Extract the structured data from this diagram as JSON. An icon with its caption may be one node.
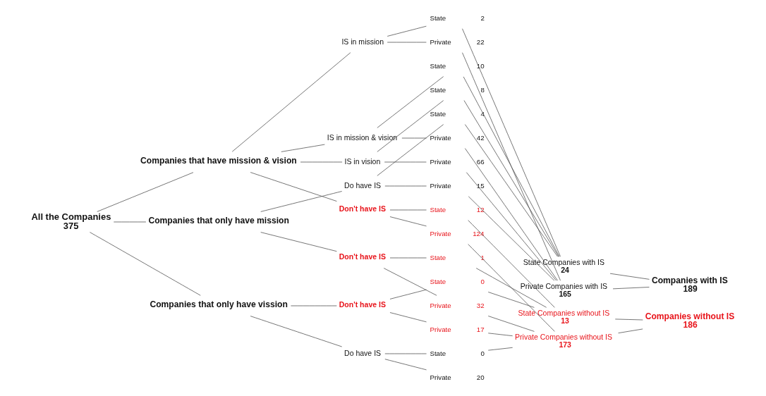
{
  "diagram": {
    "nodes": [
      {
        "text": [
          "All the Companies",
          "375"
        ]
      },
      {
        "text": [
          "Companies that have mission & vision"
        ]
      },
      {
        "text": [
          "Companies that only have mission"
        ]
      },
      {
        "text": [
          "Companies that only have vission"
        ]
      },
      {
        "text": [
          "Don't have IS"
        ]
      },
      {
        "text": [
          "IS in mission"
        ]
      },
      {
        "text": [
          "IS in vision"
        ]
      },
      {
        "text": [
          "IS in mission & vision"
        ]
      },
      {
        "text": [
          "Don't have IS"
        ]
      },
      {
        "text": [
          "Do have IS"
        ]
      },
      {
        "text": [
          "Don't have IS"
        ]
      },
      {
        "text": [
          "Do have IS"
        ]
      },
      {
        "text": [
          "State"
        ],
        "beside": [
          "12"
        ]
      },
      {
        "text": [
          "Private"
        ],
        "beside": [
          "124"
        ]
      },
      {
        "text": [
          "State"
        ],
        "beside": [
          "2"
        ]
      },
      {
        "text": [
          "Private"
        ],
        "beside": [
          "22"
        ]
      },
      {
        "text": [
          "State"
        ],
        "beside": [
          "8"
        ]
      },
      {
        "text": [
          "Private"
        ],
        "beside": [
          "66"
        ]
      },
      {
        "text": [
          "State"
        ],
        "beside": [
          "10"
        ]
      },
      {
        "text": [
          "Private"
        ],
        "beside": [
          "42"
        ]
      },
      {
        "text": [
          "State"
        ],
        "beside": [
          "1"
        ]
      },
      {
        "text": [
          "Private"
        ],
        "beside": [
          "32"
        ]
      },
      {
        "text": [
          "State"
        ],
        "beside": [
          "4"
        ]
      },
      {
        "text": [
          "Private"
        ],
        "beside": [
          "15"
        ]
      },
      {
        "text": [
          "State"
        ],
        "beside": [
          "0"
        ]
      },
      {
        "text": [
          "Private"
        ],
        "beside": [
          "17"
        ]
      },
      {
        "text": [
          "State"
        ],
        "beside": [
          "0"
        ]
      },
      {
        "text": [
          "Private"
        ],
        "beside": [
          "20"
        ]
      },
      {
        "text": [
          "State Companies with IS",
          "24"
        ]
      },
      {
        "text": [
          "State Companies without IS",
          "13"
        ]
      },
      {
        "text": [
          "Private Companies with IS",
          "165"
        ]
      },
      {
        "text": [
          "Private Companies without IS",
          "173"
        ]
      },
      {
        "text": [
          "Companies with IS",
          "189"
        ]
      },
      {
        "text": [
          "Companies without IS",
          "186"
        ]
      }
    ],
    "edges": [
      {
        "from": 0,
        "to": 1,
        "arrow": "none"
      },
      {
        "from": 0,
        "to": 2,
        "arrow": "none"
      },
      {
        "from": 0,
        "to": 3,
        "arrow": "none"
      },
      {
        "from": 1,
        "to": 4,
        "arrow": "none"
      },
      {
        "from": 1,
        "to": 5,
        "arrow": "none"
      },
      {
        "from": 1,
        "to": 6,
        "arrow": "none"
      },
      {
        "from": 1,
        "to": 7,
        "arrow": "none"
      },
      {
        "from": 2,
        "to": 8,
        "arrow": "none"
      },
      {
        "from": 2,
        "to": 9,
        "arrow": "none"
      },
      {
        "from": 3,
        "to": 10,
        "arrow": "none"
      },
      {
        "from": 3,
        "to": 11,
        "arrow": "none"
      },
      {
        "from": 4,
        "to": 12,
        "arrow": "none"
      },
      {
        "from": 4,
        "to": 13,
        "arrow": "none"
      },
      {
        "from": 5,
        "to": 14,
        "arrow": "none"
      },
      {
        "from": 5,
        "to": 15,
        "arrow": "none"
      },
      {
        "from": 6,
        "to": 16,
        "arrow": "none"
      },
      {
        "from": 6,
        "to": 17,
        "arrow": "none"
      },
      {
        "from": 7,
        "to": 18,
        "arrow": "none"
      },
      {
        "from": 7,
        "to": 19,
        "arrow": "none"
      },
      {
        "from": 8,
        "to": 20,
        "arrow": "none"
      },
      {
        "from": 8,
        "to": 21,
        "arrow": "none"
      },
      {
        "from": 9,
        "to": 22,
        "arrow": "none"
      },
      {
        "from": 9,
        "to": 23,
        "arrow": "none"
      },
      {
        "from": 10,
        "to": 24,
        "arrow": "none"
      },
      {
        "from": 10,
        "to": 25,
        "arrow": "none"
      },
      {
        "from": 11,
        "to": 26,
        "arrow": "none"
      },
      {
        "from": 11,
        "to": 27,
        "arrow": "none"
      },
      {
        "from": 12,
        "to": 29,
        "arrow": "none"
      },
      {
        "from": 13,
        "to": 31,
        "arrow": "none"
      },
      {
        "from": 14,
        "to": 28,
        "arrow": "none"
      },
      {
        "from": 15,
        "to": 30,
        "arrow": "none"
      },
      {
        "from": 16,
        "to": 28,
        "arrow": "none"
      },
      {
        "from": 17,
        "to": 30,
        "arrow": "none"
      },
      {
        "from": 18,
        "to": 28,
        "arrow": "none"
      },
      {
        "from": 19,
        "to": 30,
        "arrow": "none"
      },
      {
        "from": 20,
        "to": 29,
        "arrow": "none"
      },
      {
        "from": 21,
        "to": 31,
        "arrow": "none"
      },
      {
        "from": 22,
        "to": 28,
        "arrow": "none"
      },
      {
        "from": 23,
        "to": 30,
        "arrow": "none"
      },
      {
        "from": 24,
        "to": 29,
        "arrow": "none"
      },
      {
        "from": 25,
        "to": 31,
        "arrow": "none"
      },
      {
        "from": 26,
        "to": 31,
        "arrow": "none"
      },
      {
        "from": 28,
        "to": 32,
        "arrow": "none"
      },
      {
        "from": 29,
        "to": 33,
        "arrow": "none"
      },
      {
        "from": 30,
        "to": 32,
        "arrow": "none"
      },
      {
        "from": 31,
        "to": 33,
        "arrow": "none"
      }
    ]
  }
}
